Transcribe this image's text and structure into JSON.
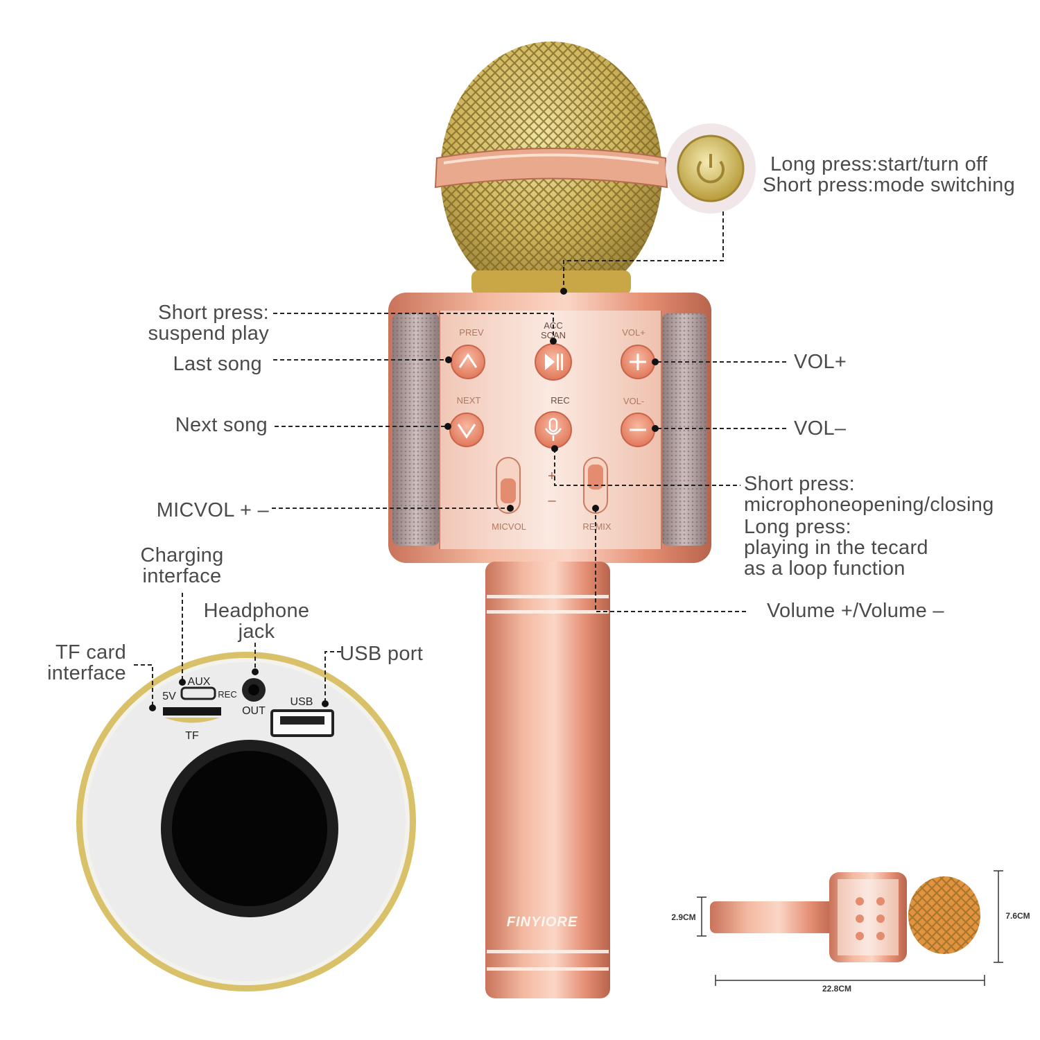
{
  "callouts": {
    "power": [
      "Long press:start/turn off",
      "Short press:mode switching"
    ],
    "suspend": [
      "Short press:",
      "suspend play"
    ],
    "last_song": "Last song",
    "next_song": "Next song",
    "micvol": "MICVOL + –",
    "vol_plus": "VOL+",
    "vol_minus": "VOL–",
    "rec": [
      "Short press:",
      "microphoneopening/closing",
      "Long press:",
      "playing in the tecard",
      "as a loop function"
    ],
    "remix": "Volume +/Volume –",
    "charging": [
      "Charging",
      "interface"
    ],
    "headphone": [
      "Headphone",
      "jack"
    ],
    "tf_card": [
      "TF card",
      "interface"
    ],
    "usb": "USB port"
  },
  "panel": {
    "prev": "PREV",
    "acc": [
      "ACC",
      "SCAN"
    ],
    "vol_plus": "VOL+",
    "next": "NEXT",
    "rec": "REC",
    "vol_minus": "VOL-",
    "micvol": "MICVOL",
    "remix": "REMIX",
    "plus_mark": "+",
    "minus_mark": "–"
  },
  "base": {
    "v5": "5V",
    "aux": "AUX",
    "rec": "REC",
    "out": "OUT",
    "usb": "USB",
    "tf": "TF"
  },
  "brand": "FINYIORE",
  "dimensions": {
    "diameter_handle": "2.9CM",
    "diameter_head": "7.6CM",
    "length": "22.8CM"
  },
  "colors": {
    "rose_gold": "#e79a7f",
    "gold": "#d6c46c",
    "label": "#4a4a4a"
  },
  "icons": [
    "power-icon",
    "mic-icon",
    "prev-icon",
    "play-pause-icon",
    "next-icon",
    "vol-up-icon",
    "vol-down-icon"
  ]
}
